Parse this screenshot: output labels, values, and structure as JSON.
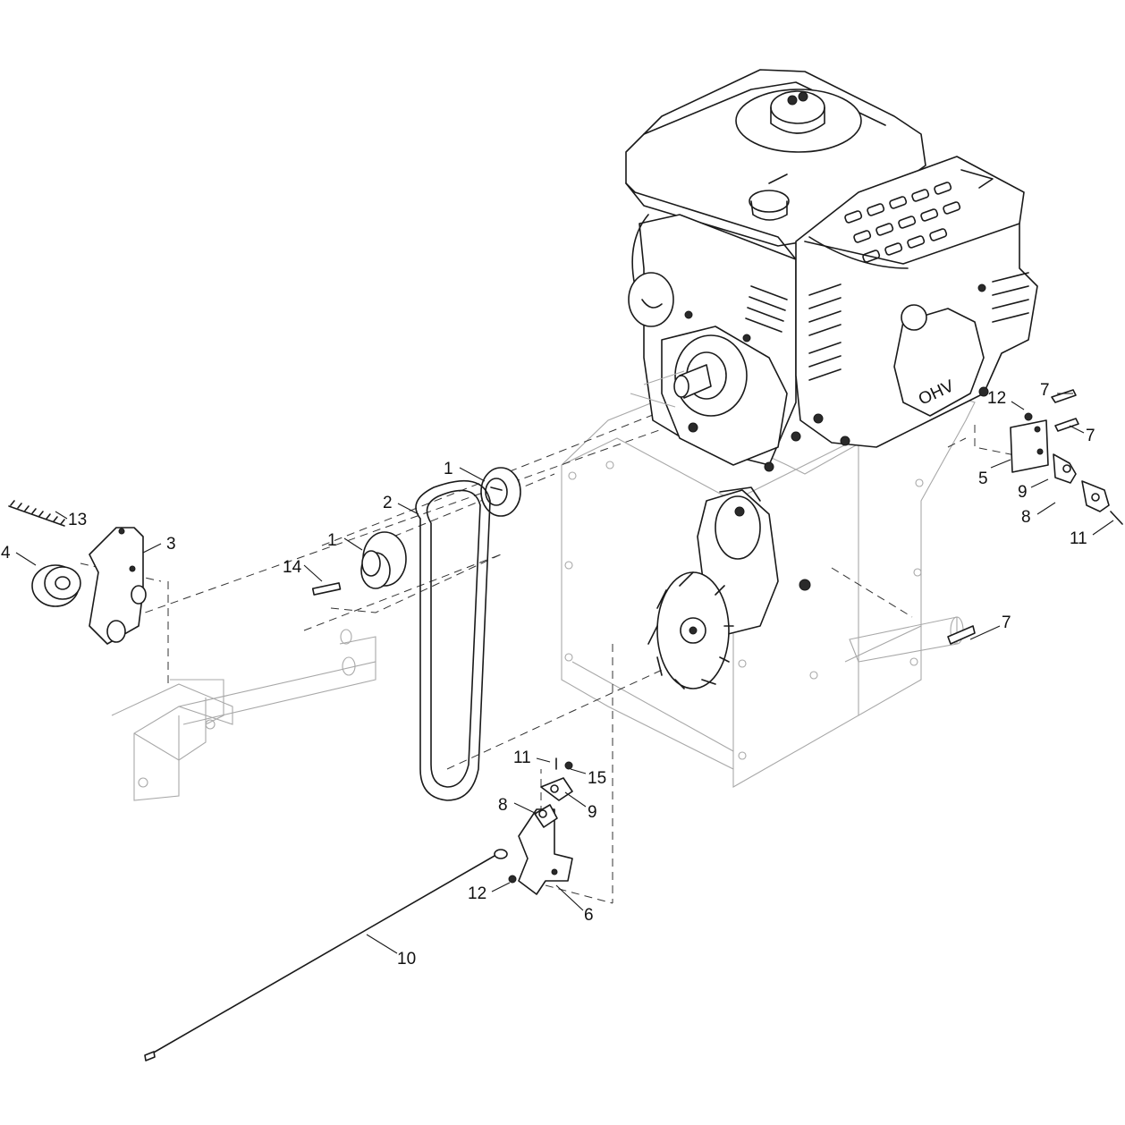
{
  "engine": {
    "badge_text": "OHV"
  },
  "callouts": [
    {
      "id": "c1a",
      "label": "1"
    },
    {
      "id": "c1b",
      "label": "1"
    },
    {
      "id": "c2",
      "label": "2"
    },
    {
      "id": "c3",
      "label": "3"
    },
    {
      "id": "c4",
      "label": "4"
    },
    {
      "id": "c5",
      "label": "5"
    },
    {
      "id": "c6",
      "label": "6"
    },
    {
      "id": "c7a",
      "label": "7"
    },
    {
      "id": "c7b",
      "label": "7"
    },
    {
      "id": "c7c",
      "label": "7"
    },
    {
      "id": "c8a",
      "label": "8"
    },
    {
      "id": "c8b",
      "label": "8"
    },
    {
      "id": "c9a",
      "label": "9"
    },
    {
      "id": "c9b",
      "label": "9"
    },
    {
      "id": "c10",
      "label": "10"
    },
    {
      "id": "c11a",
      "label": "11"
    },
    {
      "id": "c11b",
      "label": "11"
    },
    {
      "id": "c12a",
      "label": "12"
    },
    {
      "id": "c12b",
      "label": "12"
    },
    {
      "id": "c13",
      "label": "13"
    },
    {
      "id": "c14",
      "label": "14"
    },
    {
      "id": "c15",
      "label": "15"
    }
  ]
}
